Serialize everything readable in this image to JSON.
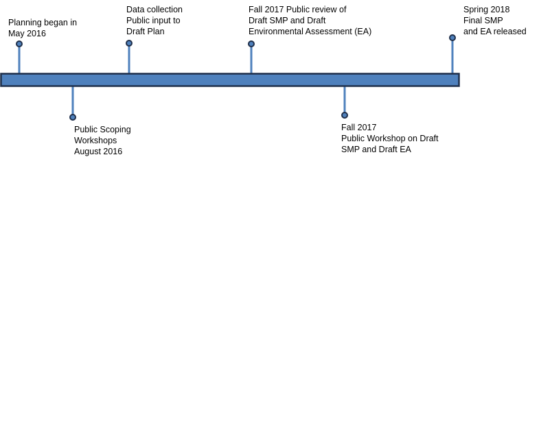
{
  "colors": {
    "bar_fill": "#4f81bd",
    "bar_stroke": "#1f2f4a",
    "stem": "#4f81bd",
    "marker_fill": "#4f81bd",
    "marker_stroke": "#1f2f4a",
    "text": "#000000"
  },
  "events": [
    {
      "lines": [
        "Planning began in",
        "May 2016"
      ]
    },
    {
      "lines": [
        "Public Scoping",
        "Workshops",
        "August 2016"
      ]
    },
    {
      "lines": [
        "Data collection",
        "Public input to",
        "Draft Plan"
      ]
    },
    {
      "lines": [
        "Fall 2017 Public review of",
        "Draft SMP and Draft",
        "Environmental Assessment (EA)"
      ]
    },
    {
      "lines": [
        "Fall 2017",
        "Public Workshop on Draft",
        "SMP and Draft EA"
      ]
    },
    {
      "lines": [
        "Spring 2018",
        "Final SMP",
        "and EA released"
      ]
    }
  ]
}
